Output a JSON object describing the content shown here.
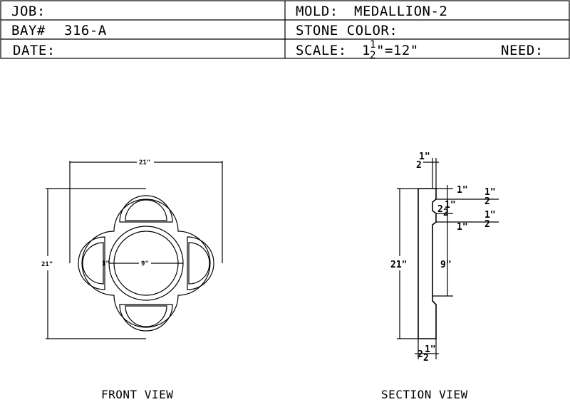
{
  "title_block": {
    "job_label": "JOB:",
    "bay_label": "BAY#",
    "bay_value": "316-A",
    "date_label": "DATE:",
    "mold_label": "MOLD:",
    "mold_value": "MEDALLION-2",
    "stone_color_label": "STONE COLOR:",
    "scale_label": "SCALE:",
    "scale_whole": "1",
    "scale_num": "1",
    "scale_den": "2",
    "scale_rest": "\"=12\"",
    "need_label": "NEED:"
  },
  "front_view": {
    "label": "FRONT VIEW",
    "dim_width": "21\"",
    "dim_height": "21\"",
    "dim_center": "9\"",
    "dim_ring": "1\""
  },
  "section_view": {
    "label": "SECTION VIEW",
    "dim_top_num": "1\"",
    "dim_top_den": "2",
    "dim_height": "21\"",
    "dim_mid": "9\"",
    "dim_r1": "1\"",
    "dim_r2_num": "1\"",
    "dim_r2_den": "2",
    "dim_r3_whole": "2",
    "dim_r3_num": "1\"",
    "dim_r3_den": "2",
    "dim_r4_num": "1\"",
    "dim_r4_den": "2",
    "dim_r5": "1\"",
    "dim_bot_whole": "2",
    "dim_bot_num": "1\"",
    "dim_bot_den": "2"
  }
}
